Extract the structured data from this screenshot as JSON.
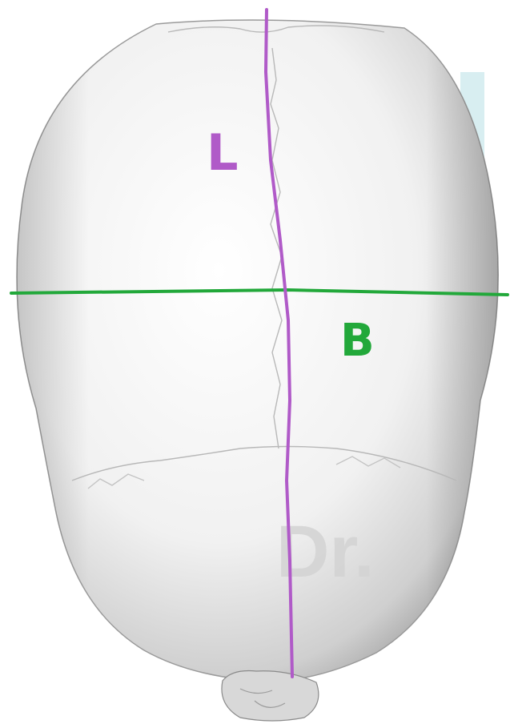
{
  "figure": {
    "subject": "skull-top-view",
    "annotations": {
      "length": {
        "label": "L",
        "color": "#b05ac8"
      },
      "breadth": {
        "label": "B",
        "color": "#22a83a"
      }
    },
    "watermark": {
      "text": "Dr.",
      "color": "#d2d2d2"
    }
  }
}
